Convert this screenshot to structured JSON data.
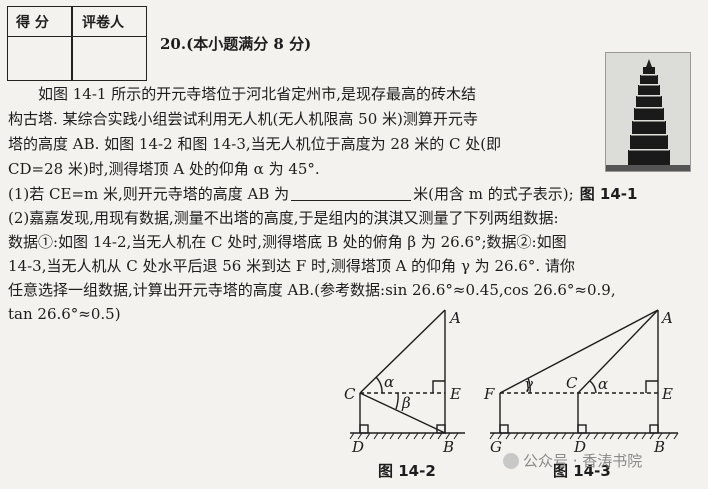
{
  "score_table": {
    "score_label": "得  分",
    "grader_label": "评卷人"
  },
  "question": {
    "header": "20.(本小题满分 8 分)",
    "stem": [
      "如图 14-1 所示的开元寺塔位于河北省定州市,是现存最高的砖木结",
      "构古塔. 某综合实践小组尝试利用无人机(无人机限高 50 米)测算开元寺",
      "塔的高度 AB. 如图 14-2 和图 14-3,当无人机位于高度为 28 米的 C 处(即",
      "CD=28 米)时,测得塔顶 A 处的仰角 α 为 45°."
    ],
    "part1": {
      "before": "(1)若 CE=m 米,则开元寺塔的高度 AB 为",
      "after": "米(用含 m 的式子表示);"
    },
    "part2": [
      "(2)嘉嘉发现,用现有数据,测量不出塔的高度,于是组内的淇淇又测量了下列两组数据:",
      "数据①:如图 14-2,当无人机在 C 处时,测得塔底 B 处的俯角 β 为 26.6°;数据②:如图",
      "14-3,当无人机从 C 处水平后退 56 米到达 F 时,测得塔顶 A 的仰角 γ 为 26.6°. 请你",
      "任意选择一组数据,计算出开元寺塔的高度 AB.(参考数据:sin 26.6°≈0.45,cos 26.6°≈0.9,",
      "tan 26.6°≈0.5)"
    ]
  },
  "figures": {
    "photo_caption": "图 14-1",
    "fig2": {
      "caption": "图 14-2",
      "A": "A",
      "C": "C",
      "E": "E",
      "D": "D",
      "B": "B",
      "alpha": "α",
      "beta": "β"
    },
    "fig3": {
      "caption": "图 14-3",
      "A": "A",
      "F": "F",
      "C": "C",
      "E": "E",
      "G": "G",
      "D": "D",
      "B": "B",
      "gamma": "γ",
      "alpha": "α"
    }
  },
  "watermark": "公众号 · 香涛书院"
}
